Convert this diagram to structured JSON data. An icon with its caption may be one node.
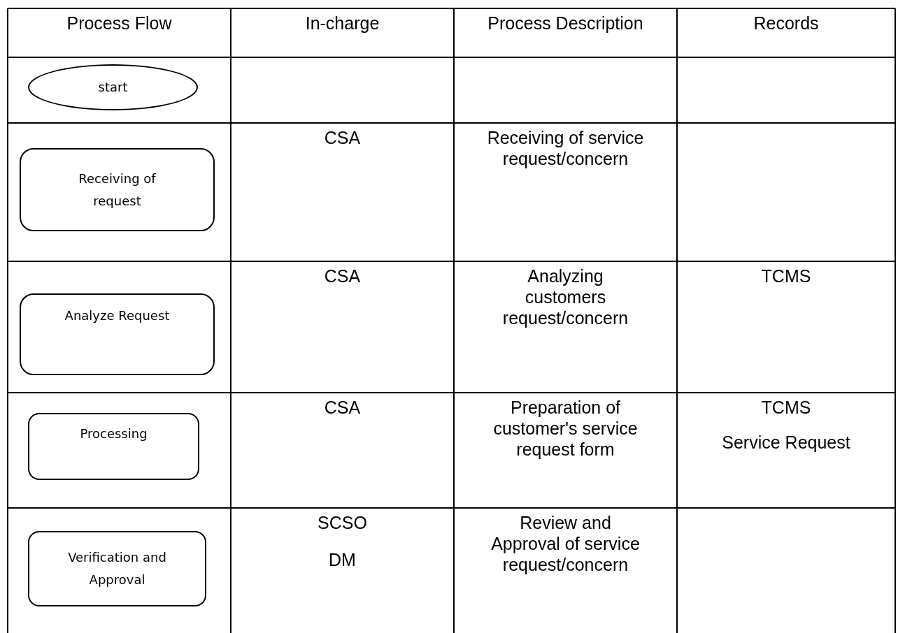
{
  "diagram": {
    "nodes": [
      {
        "text": [
          "start"
        ]
      },
      {
        "text": [
          "Receiving of request"
        ]
      },
      {
        "text": [
          "Analyze Request"
        ]
      },
      {
        "text": [
          "Processing"
        ]
      },
      {
        "text": [
          "Verification and Approval"
        ]
      }
    ],
    "labels": [
      "Process Flow",
      "In-charge",
      "Process Description",
      "Records",
      "CSA",
      "Receiving of service request/concern",
      "CSA",
      "Analyzing customers request/concern",
      "TCMS",
      "CSA",
      "Preparation of customer's service request form",
      "TCMS",
      "Service Request",
      "SCSO",
      "DM",
      "Review and Approval of service request/concern"
    ]
  }
}
